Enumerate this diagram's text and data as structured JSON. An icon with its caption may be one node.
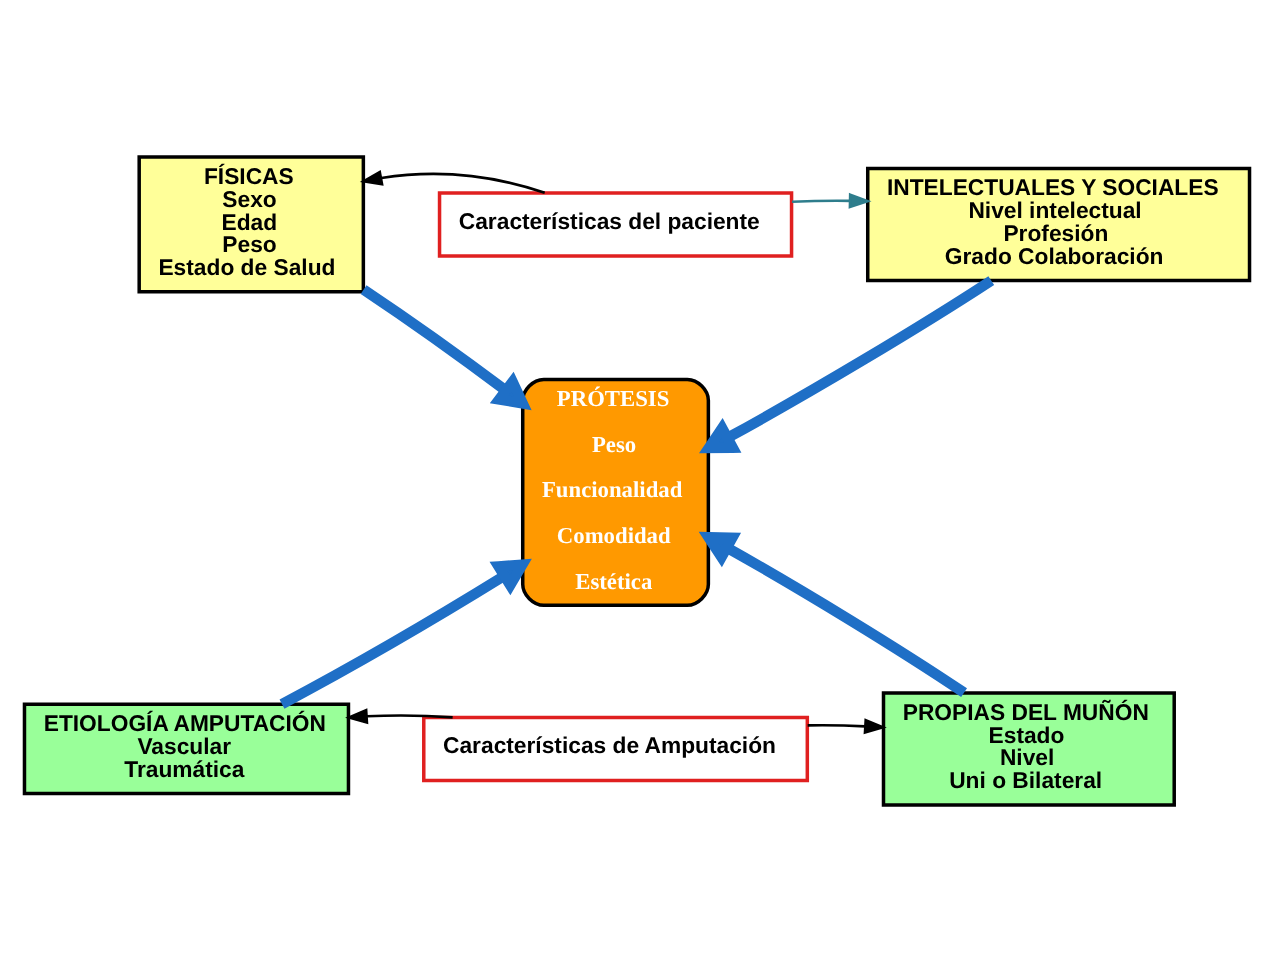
{
  "diagram": {
    "nodes": [
      {
        "text": [
          "FÍSICAS",
          "Sexo",
          "Edad",
          "Peso",
          "Estado de Salud"
        ]
      },
      {
        "text": [
          "Características del paciente"
        ]
      },
      {
        "text": [
          "INTELECTUALES Y SOCIALES",
          "Nivel intelectual",
          "Profesión",
          "Grado Colaboración"
        ]
      },
      {
        "text": [
          "PRÓTESIS",
          "Peso",
          "Funcionalidad",
          "Comodidad",
          "Estética"
        ]
      },
      {
        "text": [
          "ETIOLOGÍA AMPUTACIÓN",
          "Vascular",
          "Traumática"
        ]
      },
      {
        "text": [
          "Características de Amputación"
        ]
      },
      {
        "text": [
          "PROPIAS DEL MUÑÓN",
          "Estado",
          "Nivel",
          "Uni o Bilateral"
        ]
      }
    ],
    "edges": [
      {
        "from": 1,
        "to": 0,
        "arrow": "to",
        "color": "#000000"
      },
      {
        "from": 1,
        "to": 2,
        "arrow": "to",
        "color": "#2e7d8c"
      },
      {
        "from": 0,
        "to": 3,
        "arrow": "to",
        "style": "thick",
        "color": "#1f6fc6"
      },
      {
        "from": 2,
        "to": 3,
        "arrow": "to",
        "style": "thick",
        "color": "#1f6fc6"
      },
      {
        "from": 4,
        "to": 3,
        "arrow": "to",
        "style": "thick",
        "color": "#1f6fc6"
      },
      {
        "from": 6,
        "to": 3,
        "arrow": "to",
        "style": "thick",
        "color": "#1f6fc6"
      },
      {
        "from": 5,
        "to": 4,
        "arrow": "to",
        "color": "#000000"
      },
      {
        "from": 5,
        "to": 6,
        "arrow": "to",
        "color": "#000000"
      }
    ]
  }
}
